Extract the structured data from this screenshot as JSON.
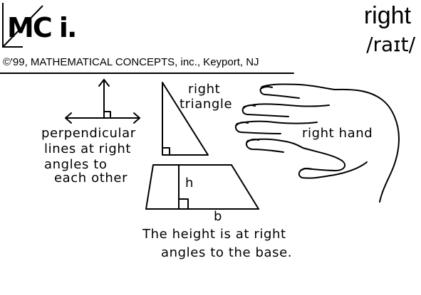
{
  "header": {
    "logo_text": "MC i.",
    "word": "right",
    "pronunciation": "/raɪt/",
    "copyright": "©'99, MATHEMATICAL CONCEPTS, inc., Keyport, NJ"
  },
  "labels": {
    "perpendicular": [
      "perpendicular",
      "lines at right",
      "angles to",
      "each other"
    ],
    "right_triangle": [
      "right",
      "triangle"
    ],
    "right_hand": "right hand",
    "height": "h",
    "base": "b",
    "caption": [
      "The height is at right",
      "angles to the base."
    ]
  },
  "colors": {
    "ink": "#000000",
    "background": "#ffffff"
  }
}
